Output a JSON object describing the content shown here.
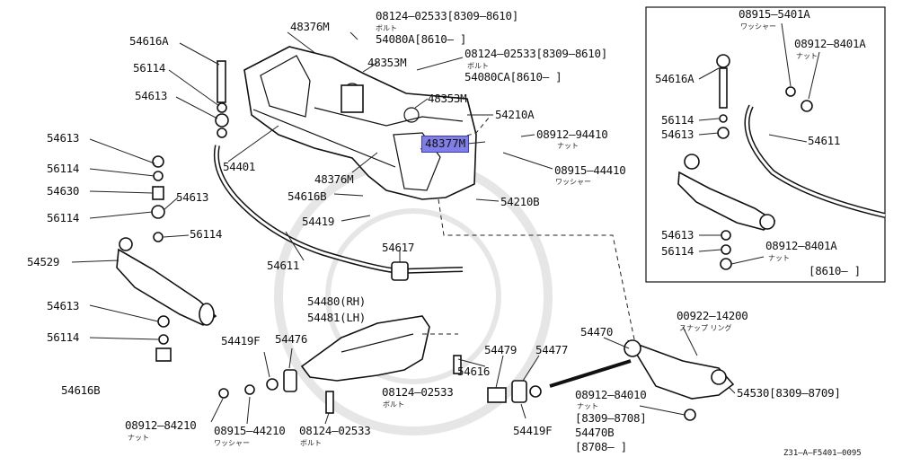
{
  "labels": {
    "p48376m_top": "48376M",
    "p08124_a": "08124—02533[8309—8610]",
    "bolt_a": "ボルト",
    "p54080a": "54080A[8610—   ]",
    "p48353m_a": "48353M",
    "p08124_b": "08124—02533[8309—8610]",
    "bolt_b": "ボルト",
    "p54080ca": "54080CA[8610—   ]",
    "p48353m_b": "48353M",
    "p54210a": "54210A",
    "p48377m": "48377M",
    "p08912_94410": "08912—94410",
    "nut_a": "ナット",
    "p08915_44410": "08915—44410",
    "washer_a": "ワッシャー",
    "p54210b": "54210B",
    "p54616a_main": "54616A",
    "p56114_a": "56114",
    "p54613_a": "54613",
    "p54613_b": "54613",
    "p56114_b": "56114",
    "p54630": "54630",
    "p54613_c": "54613",
    "p56114_c": "56114",
    "p56114_d": "56114",
    "p54529": "54529",
    "p54401": "54401",
    "p48376m_low": "48376M",
    "p54616b_mid": "54616B",
    "p54419": "54419",
    "p54617": "54617",
    "p54611_main": "54611",
    "p54613_d": "54613",
    "p56114_e": "56114",
    "p54616b_low": "54616B",
    "p54480": "54480(RH)",
    "p54481": "54481(LH)",
    "p54419f_a": "54419F",
    "p54476": "54476",
    "p54616_low": "54616",
    "p54479": "54479",
    "p54477": "54477",
    "p08124_c": "08124—02533",
    "bolt_c": "ボルト",
    "p08912_84210": "08912—84210",
    "nut_b": "ナット",
    "p08915_44210": "08915—44210",
    "washer_b": "ワッシャー",
    "p08124_d": "08124—02533",
    "bolt_d": "ボルト",
    "p54419f_b": "54419F",
    "p54470": "54470",
    "p00922": "00922—14200",
    "snapring": "スナップ  リング",
    "p08912_84010": "08912—84010",
    "nut_c": "ナット",
    "date_8309_8708": "[8309—8708]",
    "p54470b": "54470B",
    "date_8708": "[8708—   ]",
    "p54530": "54530[8309—8709]",
    "inset_08915_5401a": "08915—5401A",
    "inset_washer": "ワッシャー",
    "inset_08912_8401a": "08912—8401A",
    "inset_nut_a": "ナット",
    "inset_54616a": "54616A",
    "inset_56114_a": "56114",
    "inset_54613_a": "54613",
    "inset_54611": "54611",
    "inset_54613_b": "54613",
    "inset_56114_b": "56114",
    "inset_08912_8401a_b": "08912—8401A",
    "inset_nut_b": "ナット",
    "inset_date": "[8610—   ]",
    "footer_code": "Z31—A—F5401—0095"
  },
  "colors": {
    "highlight": "#7f7fe6",
    "line": "#222222"
  }
}
